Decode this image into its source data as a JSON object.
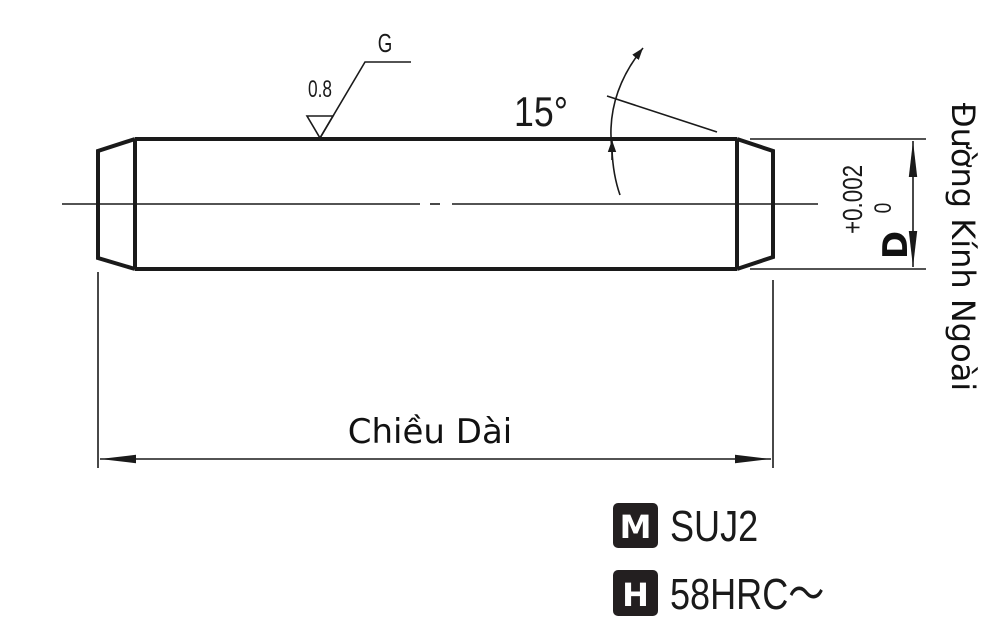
{
  "surface": {
    "roughness": "0.8",
    "process": "G"
  },
  "chamfer_angle": "15°",
  "diameter": {
    "symbol": "D",
    "tol_upper": "+0.002",
    "tol_lower": "0",
    "label": "Đường Kính Ngoài"
  },
  "length": {
    "label": "Chiều Dài"
  },
  "specs": [
    {
      "badge": "M",
      "value": "SUJ2"
    },
    {
      "badge": "H",
      "value": "58HRC～"
    }
  ],
  "colors": {
    "line": "#1a1a1a",
    "badge_bg": "#231f20",
    "badge_fg": "#ffffff"
  }
}
